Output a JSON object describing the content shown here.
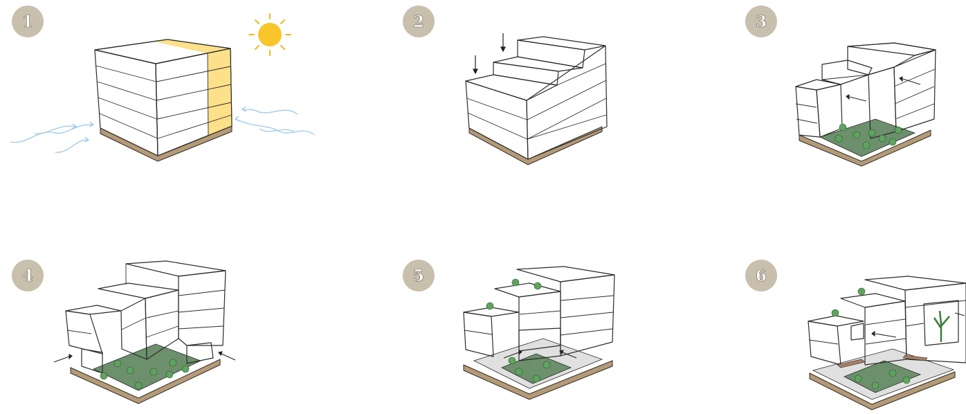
{
  "steps": [
    {
      "number": "1"
    },
    {
      "number": "2"
    },
    {
      "number": "3"
    },
    {
      "number": "4"
    },
    {
      "number": "5"
    },
    {
      "number": "6"
    }
  ],
  "colors": {
    "badge": "#c9bfad",
    "facade_blue": "#d6e6fb",
    "sun_yellow": "#f8c62b",
    "facade_yellow": "#fde9a6",
    "roof_grey": "#a8a8a4",
    "wall_purple": "#b48cb4",
    "soffit_orange": "#f2c474",
    "green_roof": "#c9e9b2",
    "void_olive": "#d9d38e",
    "atrium_teal": "#a9d3dc",
    "ground_green": "#6c8f6c",
    "base_brown": "#b59a76",
    "wind_blue": "#9cc8ee"
  }
}
